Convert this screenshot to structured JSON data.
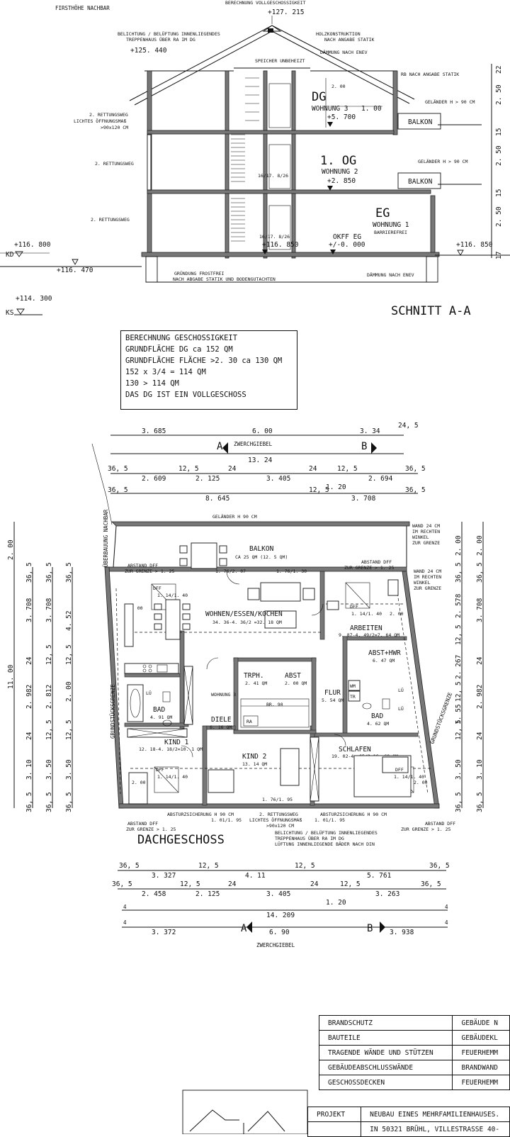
{
  "section": {
    "top_left": "FIRSTHÖHE NACHBAR",
    "top_center": "BERECHNUNG VOLLGESCHOSSIGKEIT",
    "ridge": "+127. 215",
    "belichtung_1": "BELICHTUNG / BELÜFTUNG INNENLIEGENDES",
    "belichtung_2": "TREPPENHAUS ÜBER RA IM DG",
    "level_125": "+125. 440",
    "holz_1": "HOLZKONSTRUKTION",
    "holz_2": "NACH ANGABE STATIK",
    "daemmung_enev": "DÄMMUNG NACH ENEV",
    "speicher": "SPEICHER UNBEHEIZT",
    "rb_statik": "RB NACH ANGABE STATIK",
    "gelaender_1": "GELÄNDER H > 90 CM",
    "gelaender_2": "GELÄNDER H > 90 CM",
    "rw2_a": "2. RETTUNGSWEG",
    "rw2_b": "LICHTES ÖFFNUNGSMAß",
    "rw2_c": ">90x120 CM",
    "rw2_og": "2. RETTUNGSWEG",
    "rw2_eg": "2. RETTUNGSWEG",
    "dg_label": "DG",
    "dg_unit": "WOHNUNG 3",
    "dg_dim": "1. 00",
    "dg_level": "+5. 700",
    "dim_200": "2. 00",
    "og_label": "1. OG",
    "og_unit": "WOHNUNG 2",
    "og_level": "+2. 850",
    "eg_label": "EG",
    "eg_unit": "WOHNUNG 1",
    "eg_note": "BARRIEREFREI",
    "balkon_1": "BALKON",
    "balkon_2": "BALKON",
    "stair_1": "16/17. 8/26",
    "stair_2": "16/17. 8/26",
    "stair_level": "+116. 850",
    "okff_1": "OKFF EG",
    "okff_2": "+/-0. 000",
    "left_level": "+116. 800",
    "kd": "KD",
    "right_level": "+116. 850",
    "ground_level": "+116. 470",
    "found_1": "GRÜNDUNG FROSTFREI",
    "found_2": "NACH ABGABE STATIK UND BODENGUTACHTEN",
    "daemmung_enev_2": "DÄMMUNG NACH ENEV",
    "ks_level": "+114. 300",
    "ks": "KS",
    "title": "SCHNITT A-A",
    "right_dims": [
      "22",
      "2. 50",
      "15",
      "2. 50",
      "15",
      "2. 50",
      "17"
    ]
  },
  "calc": {
    "lines": [
      "BERECHNUNG GESCHOSSIGKEIT",
      "GRUNDFLÄCHE DG ca 152 QM",
      "GRUNDFLÄCHE FLÄCHE >2. 30 ca 130 QM",
      "152 x 3/4 = 114 QM",
      "130 > 114 QM",
      "DAS DG IST EIN VOLLGESCHOSS"
    ]
  },
  "plan": {
    "top_row1": [
      "3. 685",
      "6. 00",
      "3. 34",
      "24, 5"
    ],
    "cut_a": "A",
    "cut_b": "B",
    "zwerchgiebel_top": "ZWERCHGIEBEL",
    "total_top": "13. 24",
    "top_row3_small": [
      "36, 5",
      "12, 5",
      "24",
      "24",
      "12, 5",
      "36, 5"
    ],
    "top_row3": [
      "2. 609",
      "2. 125",
      "3. 405",
      "2. 694"
    ],
    "top_120": "1. 20",
    "top_row4_small": [
      "36, 5",
      "12, 5",
      "36, 5"
    ],
    "top_row4": [
      "8. 645",
      "3. 708"
    ],
    "ueberbauung": "ÜBERBAUUNG NACHBAR",
    "gelaender": "GELÄNDER H 90 CM",
    "wand_1": [
      "WAND 24 CM",
      "IM RECHTEN",
      "WINKEL",
      "ZUR GRENZE"
    ],
    "wand_2": [
      "WAND 24 CM",
      "IM RECHTEN",
      "WINKEL",
      "ZUR GRENZE"
    ],
    "balkon": "BALKON",
    "balkon_area": "CA 25 QM (12. 5 QM)",
    "abstand_l": [
      "ABSTAND DFF",
      "ZUR GRENZE > 1. 25"
    ],
    "abstand_r": [
      "ABSTAND DFF",
      "ZUR GRENZE > 1. 25"
    ],
    "win_1": "1. 76/2. 07",
    "win_2": "1. 76/1. 30",
    "dff_1": "DFF",
    "dff_1b": "1. 14/1. 40",
    "dim_200a": "2. 00",
    "wohnen": "WOHNEN/ESSEN/KOCHEN",
    "wohnen_area": "34. 36-4. 36/2 =32. 18 QM",
    "dff_2": "DFF",
    "dff_2b": "1. 14/1. 40",
    "dim_200b": "2. 00",
    "arbeiten": "ARBEITEN",
    "arbeiten_area": "9. 87-4. 49/2=7. 64 QM",
    "abst_hwr": "ABST+HWR",
    "abst_hwr_area": "6. 47 QM",
    "trph": "TRPH.",
    "trph_area": "2. 41 QM",
    "abst": "ABST",
    "abst_area": "2. 00 QM",
    "flur": "FLUR",
    "flur_area": "5. 54 QM",
    "wohnung3": "WOHNUNG 3",
    "br": "BR. 90",
    "ra": "RA",
    "wm": "WM",
    "tr": "TR",
    "lue_1": "LÜ",
    "lue_2": "LÜ",
    "lue_3": "LÜ",
    "bad_l": "BAD",
    "bad_l_area": "4. 91 QM",
    "diele": "DIELE",
    "diele_area": "6. 16 QM",
    "bad_r": "BAD",
    "bad_r_area": "4. 62 QM",
    "kind1": "KIND 1",
    "kind1_area": "12. 18-4. 18/2=10. 1 QM",
    "kind2": "KIND 2",
    "kind2_area": "13. 14 QM",
    "schlafen": "SCHLAFEN",
    "schlafen_area": "19. 02-4. 65/2=16. 69 QM",
    "dff_3": "DFF",
    "dff_3b": "1. 14/1. 40",
    "dim_200c": "2. 00",
    "dff_4": "DFF",
    "dff_4b": "1. 14/1. 40",
    "dim_200d": "2. 00",
    "win_bottom": "1. 76/1. 95",
    "grenze_l": "GRUNDSTÜCKSGRENZE",
    "grenze_r": "GRUNDSTÜCKSGRENZE",
    "abstand_bl": [
      "ABSTAND DFF",
      "ZUR GRENZE > 1. 25"
    ],
    "abstand_br": [
      "ABSTAND DFF",
      "ZUR GRENZE > 1. 25"
    ],
    "absturz_1": "ABSTURZSICHERUNG H 90 CM",
    "absturz_1b": "1. 01/1. 95",
    "rw2": "2. RETTUNGSWEG",
    "rw2_b": "LICHTES ÖFFNUNGSMAß",
    "rw2_c": ">90x120 CM",
    "absturz_2": "ABSTURZSICHERUNG H 90 CM",
    "absturz_2b": "1. 01/1. 95",
    "beli_1": "BELICHTUNG / BELÜFTUNG INNENLIEGENDES",
    "beli_2": "TREPPENHAUS ÜBER RA IM DG",
    "beli_3": "LÜFTUNG INNENLIEGENDE BÄDER NACH DIN",
    "title": "DACHGESCHOSS",
    "bot_row1_small": [
      "36, 5",
      "12, 5",
      "12, 5",
      "36, 5"
    ],
    "bot_row1": [
      "3. 327",
      "4. 11",
      "5. 761"
    ],
    "bot_row2_small": [
      "36, 5",
      "12, 5",
      "24",
      "24",
      "12, 5",
      "36, 5"
    ],
    "bot_row2": [
      "2. 458",
      "2. 125",
      "3. 405",
      "3. 263"
    ],
    "bot_120": "1. 20",
    "bot_total": "14. 209",
    "bot_4a": "4",
    "bot_4b": "4",
    "bot_4c": "4",
    "bot_4d": "4",
    "bot_row4": [
      "3. 372",
      "6. 90",
      "3. 938"
    ],
    "zwerchgiebel_bot": "ZWERCHGIEBEL",
    "left_outer": [
      "2. 00",
      "11. 00"
    ],
    "left_col1": [
      "36, 5",
      "3. 708",
      "24",
      "2. 982",
      "24",
      "3. 10",
      "36, 5"
    ],
    "left_col2": [
      "36, 5",
      "3. 708",
      "12, 5",
      "2. 812",
      "12, 5",
      "3. 50",
      "36, 5"
    ],
    "left_col3": [
      "36, 5",
      "4. 52",
      "12, 5",
      "2. 00",
      "12, 5",
      "3. 50",
      "36, 5"
    ],
    "right_col1": [
      "2. 00",
      "36, 5",
      "2. 578",
      "12, 5",
      "2. 267",
      "12, 5",
      "1. 55",
      "12, 5",
      "3. 50",
      "36, 5"
    ],
    "right_col2": [
      "2. 00",
      "36, 5",
      "3. 708",
      "24",
      "2. 982",
      "24",
      "3. 10",
      "36, 5"
    ]
  },
  "table": {
    "rows": [
      [
        "BRANDSCHUTZ",
        "GEBÄUDE N"
      ],
      [
        "BAUTEILE",
        "GEBÄUDEKL"
      ],
      [
        "TRAGENDE WÄNDE UND STÜTZEN",
        "FEUERHEMM"
      ],
      [
        "GEBÄUDEABSCHLUSSWÄNDE",
        "BRANDWAND"
      ],
      [
        "GESCHOSSDECKEN",
        "FEUERHEMM"
      ]
    ],
    "projekt_label": "PROJEKT",
    "projekt_1": "NEUBAU EINES MEHRFAMILIENHAUSES.",
    "projekt_2": "IN 50321 BRÜHL, VILLESTRASSE 40-"
  }
}
